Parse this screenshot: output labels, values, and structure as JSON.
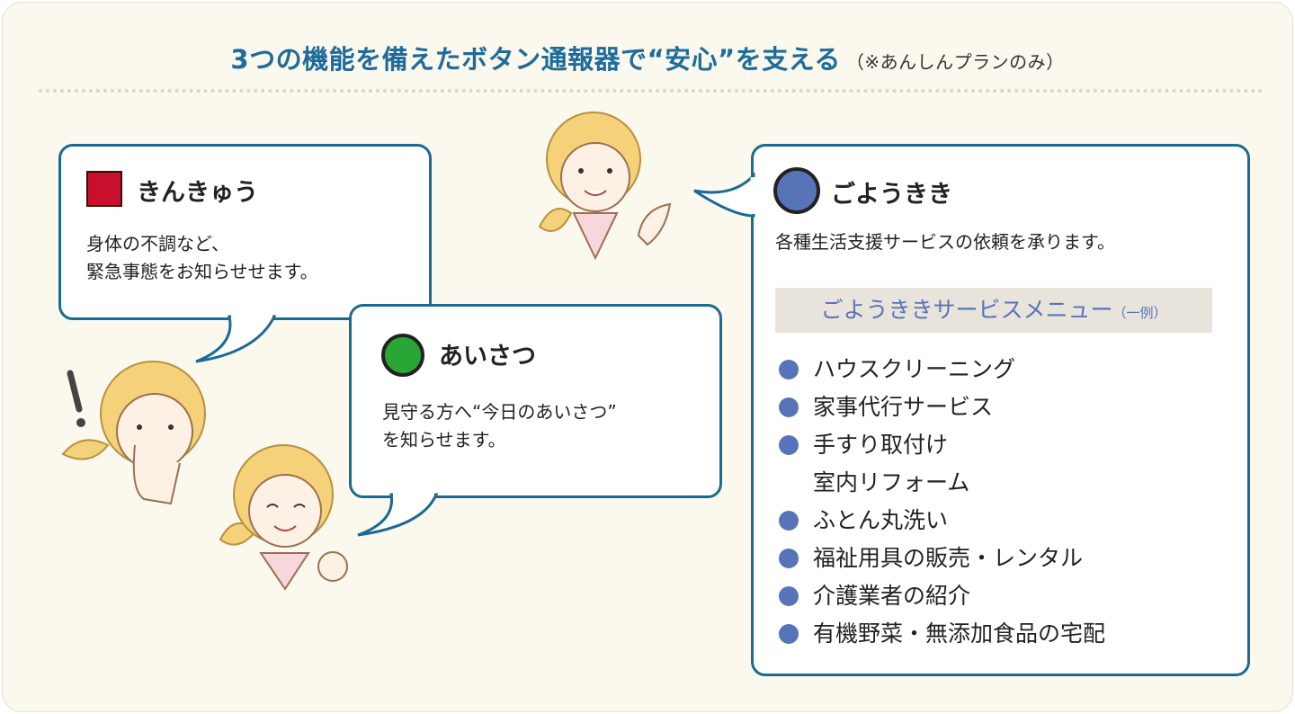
{
  "title": {
    "main": "3つの機能を備えたボタン通報器で“安心”を支える",
    "note": "（※あんしんプランのみ）"
  },
  "colors": {
    "title": "#1f6c9b",
    "border": "#1b6a94",
    "emergency": "#c8102e",
    "greeting": "#2aa637",
    "errand": "#5874b8"
  },
  "cards": {
    "emergency": {
      "title": "きんきゅう",
      "lines": [
        "身体の不調など、",
        "緊急事態をお知らせせます。"
      ]
    },
    "greeting": {
      "title": "あいさつ",
      "lines": [
        "見守る方へ“今日のあいさつ”",
        "を知らせます。"
      ]
    },
    "errand": {
      "title": "ごようきき",
      "desc": "各種生活支援サービスの依頼を承ります。",
      "menu_title": "ごようききサービスメニュー",
      "menu_note": "（一例）",
      "items": [
        "ハウスクリーニング",
        "家事代行サービス",
        "手すり取付け",
        "室内リフォーム",
        "ふとん丸洗い",
        "福祉用具の販売・レンタル",
        "介護業者の紹介",
        "有機野菜・無添加食品の宅配"
      ]
    }
  }
}
